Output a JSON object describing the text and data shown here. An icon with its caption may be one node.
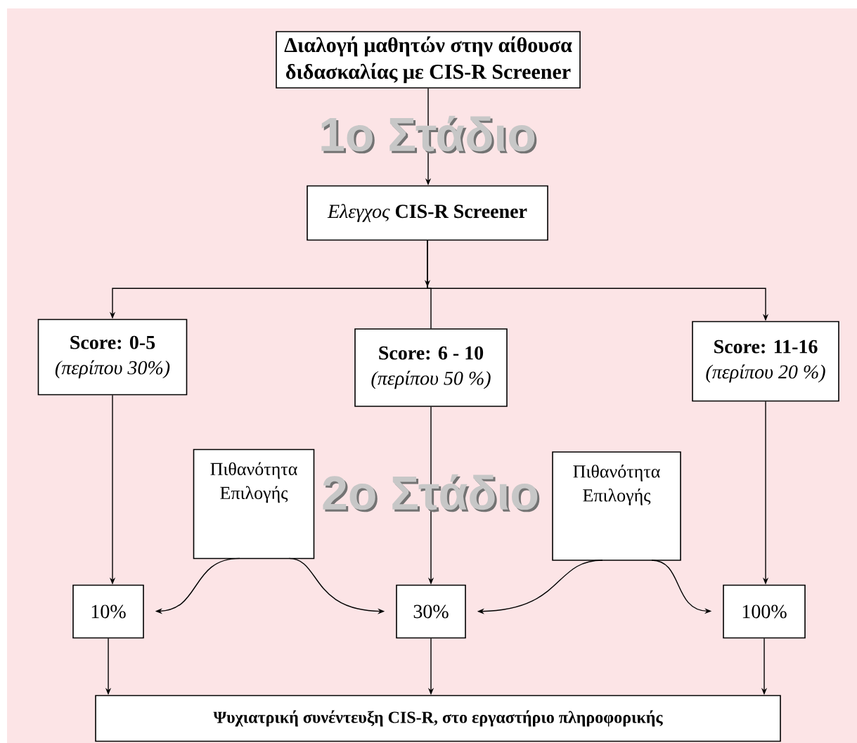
{
  "diagram": {
    "nodes": [
      {
        "text": [
          "Διαλογή μαθητών στην αίθουσα διδασκαλίας με CIS-R Screener"
        ]
      },
      {
        "text": [
          "*Ελεγχος* **CIS-R Screener**"
        ]
      },
      {
        "text": [
          "Score: 0-5",
          "(περίπου 30%)"
        ]
      },
      {
        "text": [
          "Score: 6 - 10",
          "(περίπου 50 %)"
        ]
      },
      {
        "text": [
          "Score: 11-16",
          "(περίπου 20 %)"
        ]
      },
      {
        "text": [
          "Πιθανότητα Επιλογής"
        ]
      },
      {
        "text": [
          "Πιθανότητα Επιλογής"
        ]
      },
      {
        "text": [
          "10%"
        ]
      },
      {
        "text": [
          "30%"
        ]
      },
      {
        "text": [
          "100%"
        ]
      },
      {
        "text": [
          "Ψυχιατρική συνέντευξη CIS-R, στο εργαστήριο πληροφορικής"
        ]
      }
    ],
    "edges": [
      {
        "from": 0,
        "to": 1,
        "arrow": "to"
      },
      {
        "from": 1,
        "to": 2,
        "arrow": "to"
      },
      {
        "from": 1,
        "to": 3,
        "arrow": "to"
      },
      {
        "from": 1,
        "to": 4,
        "arrow": "to"
      },
      {
        "from": 2,
        "to": 7,
        "arrow": "to"
      },
      {
        "from": 3,
        "to": 8,
        "arrow": "to"
      },
      {
        "from": 4,
        "to": 9,
        "arrow": "to"
      },
      {
        "from": 5,
        "to": 7,
        "arrow": "to"
      },
      {
        "from": 5,
        "to": 8,
        "arrow": "to"
      },
      {
        "from": 6,
        "to": 8,
        "arrow": "to"
      },
      {
        "from": 6,
        "to": 9,
        "arrow": "to"
      },
      {
        "from": 7,
        "to": 10,
        "arrow": "to"
      },
      {
        "from": 8,
        "to": 10,
        "arrow": "to"
      },
      {
        "from": 9,
        "to": 10,
        "arrow": "to"
      }
    ],
    "labels": [
      "1ο Στάδιο",
      "2ο Στάδιο"
    ]
  }
}
